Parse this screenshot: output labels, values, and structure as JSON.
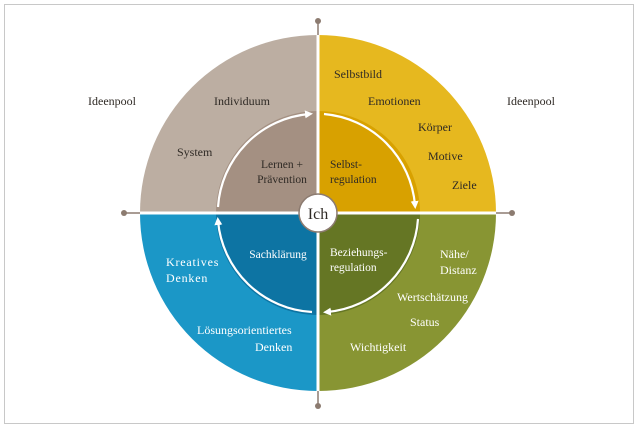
{
  "side_labels": {
    "left": "Ideenpool",
    "right": "Ideenpool"
  },
  "center": "Ich",
  "colors": {
    "top_left_outer": "#bcaea2",
    "top_left_inner": "#a49082",
    "top_right_outer": "#e6b81f",
    "top_right_inner": "#d8a100",
    "bottom_right_outer": "#889533",
    "bottom_right_inner": "#657624",
    "bottom_left_outer": "#1b97c7",
    "bottom_left_inner": "#0d74a3",
    "axis": "#8c7b70",
    "divider": "#ffffff"
  },
  "quadrants": {
    "top_left": {
      "inner": {
        "line1": "Lernen +",
        "line2": "Prävention"
      },
      "outer": [
        "Individuum",
        "System"
      ]
    },
    "top_right": {
      "inner": {
        "line1": "Selbst-",
        "line2": "regulation"
      },
      "outer": [
        "Selbstbild",
        "Emotionen",
        "Körper",
        "Motive",
        "Ziele"
      ]
    },
    "bottom_right": {
      "inner": {
        "line1": "Beziehungs-",
        "line2": "regulation"
      },
      "outer": {
        "naehe1": "Nähe/",
        "naehe2": "Distanz",
        "wert": "Wertschätzung",
        "status": "Status",
        "wichtig": "Wichtigkeit"
      }
    },
    "bottom_left": {
      "inner": {
        "line1": "Sachklärung"
      },
      "outer": {
        "krea1": "Kreatives",
        "krea2": "Denken",
        "loes1": "Lösungsorientiertes",
        "loes2": "Denken"
      }
    }
  }
}
